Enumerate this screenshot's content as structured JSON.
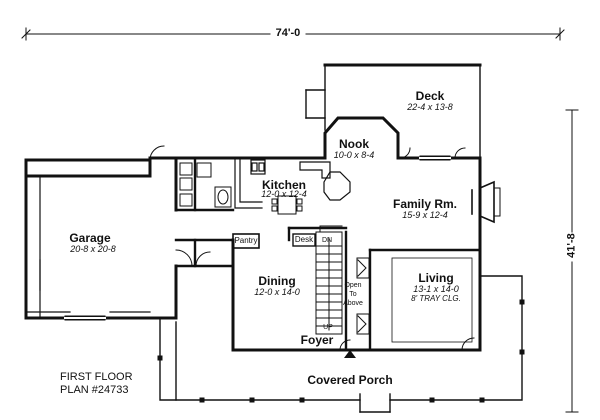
{
  "plan": {
    "overall_width": "74'-0",
    "overall_depth": "41'-8",
    "caption_line1": "FIRST FLOOR",
    "caption_line2": "PLAN #24733"
  },
  "rooms": {
    "deck": {
      "name": "Deck",
      "dims": "22-4 x 13-8"
    },
    "nook": {
      "name": "Nook",
      "dims": "10-0 x 8-4"
    },
    "kitchen": {
      "name": "Kitchen",
      "dims": "12-0 x 12-4"
    },
    "family": {
      "name": "Family Rm.",
      "dims": "15-9 x 12-4"
    },
    "garage": {
      "name": "Garage",
      "dims": "20-8 x 20-8"
    },
    "dining": {
      "name": "Dining",
      "dims": "12-0 x 14-0"
    },
    "living": {
      "name": "Living",
      "dims": "13-1 x 14-0",
      "note": "8' TRAY CLG."
    },
    "foyer": {
      "name": "Foyer"
    },
    "porch": {
      "name": "Covered Porch"
    }
  },
  "fixtures": {
    "pantry": "Pantry",
    "desk": "Desk",
    "dn": "DN",
    "up": "UP",
    "open_to_above": [
      "Open",
      "To",
      "Above"
    ]
  }
}
